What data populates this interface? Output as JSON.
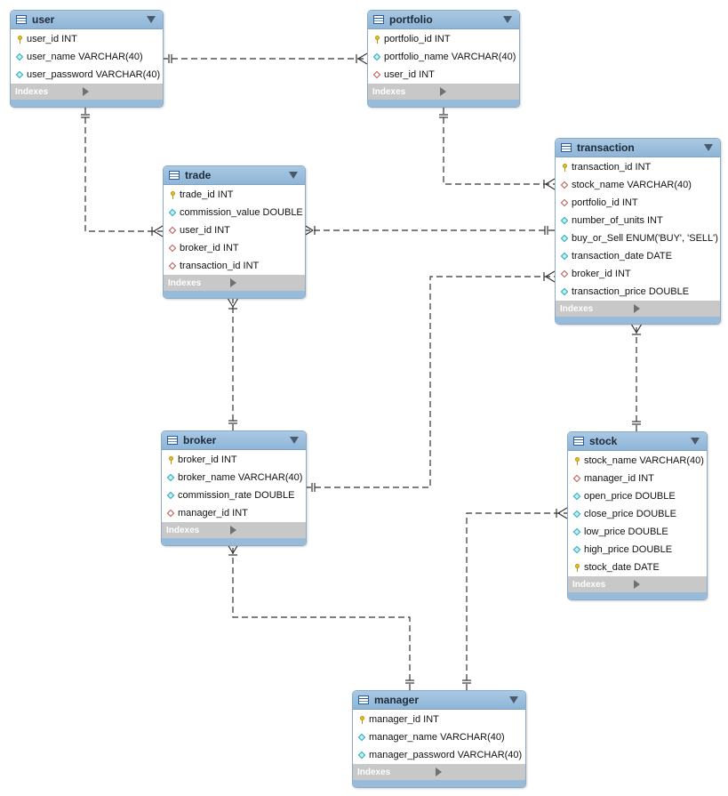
{
  "tables": [
    {
      "id": "user",
      "name": "user",
      "indexes_label": "Indexes",
      "columns": [
        {
          "text": "user_id INT",
          "icon": "key-icon"
        },
        {
          "text": "user_name VARCHAR(40)",
          "icon": "cyan-diamond-icon"
        },
        {
          "text": "user_password VARCHAR(40)",
          "icon": "cyan-diamond-icon"
        }
      ]
    },
    {
      "id": "portfolio",
      "name": "portfolio",
      "indexes_label": "Indexes",
      "columns": [
        {
          "text": "portfolio_id INT",
          "icon": "key-icon"
        },
        {
          "text": "portfolio_name VARCHAR(40)",
          "icon": "cyan-diamond-icon"
        },
        {
          "text": "user_id INT",
          "icon": "red-diamond-icon"
        }
      ]
    },
    {
      "id": "transaction",
      "name": "transaction",
      "indexes_label": "Indexes",
      "columns": [
        {
          "text": "transaction_id INT",
          "icon": "key-icon"
        },
        {
          "text": "stock_name VARCHAR(40)",
          "icon": "red-diamond-icon"
        },
        {
          "text": "portfolio_id INT",
          "icon": "red-diamond-icon"
        },
        {
          "text": "number_of_units INT",
          "icon": "cyan-diamond-icon"
        },
        {
          "text": "buy_or_Sell ENUM('BUY', 'SELL')",
          "icon": "cyan-diamond-icon"
        },
        {
          "text": "transaction_date DATE",
          "icon": "cyan-diamond-icon"
        },
        {
          "text": "broker_id INT",
          "icon": "red-diamond-icon"
        },
        {
          "text": "transaction_price DOUBLE",
          "icon": "cyan-diamond-icon"
        }
      ]
    },
    {
      "id": "trade",
      "name": "trade",
      "indexes_label": "Indexes",
      "columns": [
        {
          "text": "trade_id INT",
          "icon": "key-icon"
        },
        {
          "text": "commission_value DOUBLE",
          "icon": "cyan-diamond-icon"
        },
        {
          "text": "user_id INT",
          "icon": "red-diamond-icon"
        },
        {
          "text": "broker_id INT",
          "icon": "red-diamond-icon"
        },
        {
          "text": "transaction_id INT",
          "icon": "red-diamond-icon"
        }
      ]
    },
    {
      "id": "broker",
      "name": "broker",
      "indexes_label": "Indexes",
      "columns": [
        {
          "text": "broker_id INT",
          "icon": "key-icon"
        },
        {
          "text": "broker_name VARCHAR(40)",
          "icon": "cyan-diamond-icon"
        },
        {
          "text": "commission_rate DOUBLE",
          "icon": "cyan-diamond-icon"
        },
        {
          "text": "manager_id INT",
          "icon": "red-diamond-icon"
        }
      ]
    },
    {
      "id": "stock",
      "name": "stock",
      "indexes_label": "Indexes",
      "columns": [
        {
          "text": "stock_name VARCHAR(40)",
          "icon": "key-icon"
        },
        {
          "text": "manager_id INT",
          "icon": "red-diamond-icon"
        },
        {
          "text": "open_price DOUBLE",
          "icon": "cyan-diamond-icon"
        },
        {
          "text": "close_price DOUBLE",
          "icon": "cyan-diamond-icon"
        },
        {
          "text": "low_price DOUBLE",
          "icon": "cyan-diamond-icon"
        },
        {
          "text": "high_price DOUBLE",
          "icon": "cyan-diamond-icon"
        },
        {
          "text": "stock_date DATE",
          "icon": "key-icon"
        }
      ]
    },
    {
      "id": "manager",
      "name": "manager",
      "indexes_label": "Indexes",
      "columns": [
        {
          "text": "manager_id INT",
          "icon": "key-icon"
        },
        {
          "text": "manager_name VARCHAR(40)",
          "icon": "cyan-diamond-icon"
        },
        {
          "text": "manager_password VARCHAR(40)",
          "icon": "cyan-diamond-icon"
        }
      ]
    }
  ],
  "relationships": [
    {
      "from": "user",
      "to": "portfolio",
      "from_end": "one",
      "to_end": "many"
    },
    {
      "from": "user",
      "to": "trade",
      "from_end": "one",
      "to_end": "many"
    },
    {
      "from": "portfolio",
      "to": "transaction",
      "from_end": "one",
      "to_end": "many"
    },
    {
      "from": "transaction",
      "to": "trade",
      "from_end": "one",
      "to_end": "many"
    },
    {
      "from": "broker",
      "to": "trade",
      "from_end": "one",
      "to_end": "many"
    },
    {
      "from": "broker",
      "to": "transaction",
      "from_end": "one",
      "to_end": "many"
    },
    {
      "from": "stock",
      "to": "transaction",
      "from_end": "one",
      "to_end": "many"
    },
    {
      "from": "manager",
      "to": "broker",
      "from_end": "one",
      "to_end": "many"
    },
    {
      "from": "manager",
      "to": "stock",
      "from_end": "one",
      "to_end": "many"
    }
  ],
  "colors": {
    "header": "#97bbd8",
    "line": "#333333",
    "key": "#e8c420",
    "fk": "#c25050",
    "attr": "#2aa8b8"
  }
}
